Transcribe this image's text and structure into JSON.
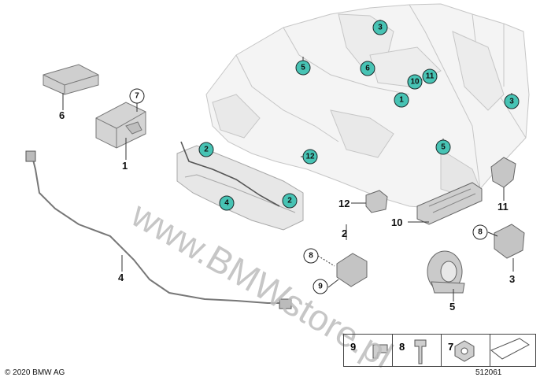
{
  "diagram": {
    "part_labels": {
      "p1": "1",
      "p2": "2",
      "p3": "3",
      "p4": "4",
      "p5": "5",
      "p6": "6",
      "p10": "10",
      "p11": "11",
      "p12": "12",
      "p8a": "8",
      "p8b": "8",
      "p9": "9",
      "p7": "7"
    },
    "callouts": {
      "c3a": "3",
      "c5a": "5",
      "c6": "6",
      "c10": "10",
      "c11": "11",
      "c1": "1",
      "c3b": "3",
      "c2a": "2",
      "c12": "12",
      "c5b": "5",
      "c4": "4",
      "c2b": "2"
    },
    "legend": {
      "l9": "9",
      "l8": "8",
      "l7": "7"
    },
    "watermark": "www.BMWstore.pl",
    "copyright": "© 2020 BMW AG",
    "diagram_number": "512061"
  },
  "colors": {
    "callout_fill": "#47c3b4",
    "line": "#333333",
    "body_outline": "#c8c8c8"
  }
}
